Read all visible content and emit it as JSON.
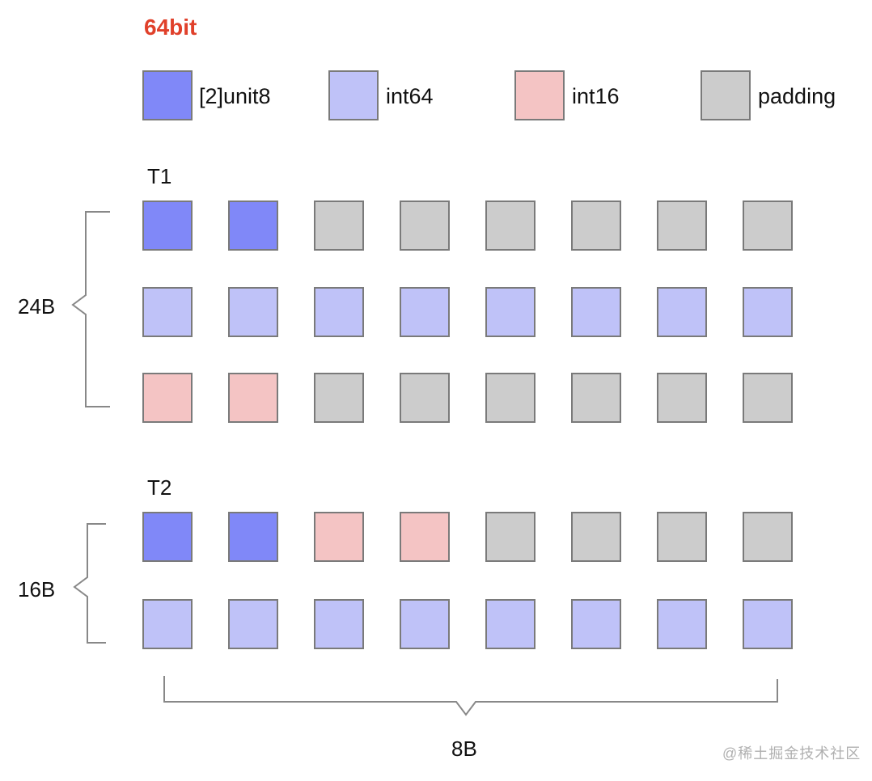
{
  "title": "64bit",
  "colors": {
    "uint8_array": "#8088f8",
    "int64": "#bfc2f8",
    "int16": "#f4c4c4",
    "padding": "#cccccc",
    "title": "#e0402a"
  },
  "legend": [
    {
      "label": "[2]unit8",
      "type": "uint8_array"
    },
    {
      "label": "int64",
      "type": "int64"
    },
    {
      "label": "int16",
      "type": "int16"
    },
    {
      "label": "padding",
      "type": "padding"
    }
  ],
  "structs": [
    {
      "name": "T1",
      "size_label": "24B",
      "rows": [
        [
          "uint8_array",
          "uint8_array",
          "padding",
          "padding",
          "padding",
          "padding",
          "padding",
          "padding"
        ],
        [
          "int64",
          "int64",
          "int64",
          "int64",
          "int64",
          "int64",
          "int64",
          "int64"
        ],
        [
          "int16",
          "int16",
          "padding",
          "padding",
          "padding",
          "padding",
          "padding",
          "padding"
        ]
      ]
    },
    {
      "name": "T2",
      "size_label": "16B",
      "rows": [
        [
          "uint8_array",
          "uint8_array",
          "int16",
          "int16",
          "padding",
          "padding",
          "padding",
          "padding"
        ],
        [
          "int64",
          "int64",
          "int64",
          "int64",
          "int64",
          "int64",
          "int64",
          "int64"
        ]
      ]
    }
  ],
  "word_label": "8B",
  "watermark": "@稀土掘金技术社区"
}
